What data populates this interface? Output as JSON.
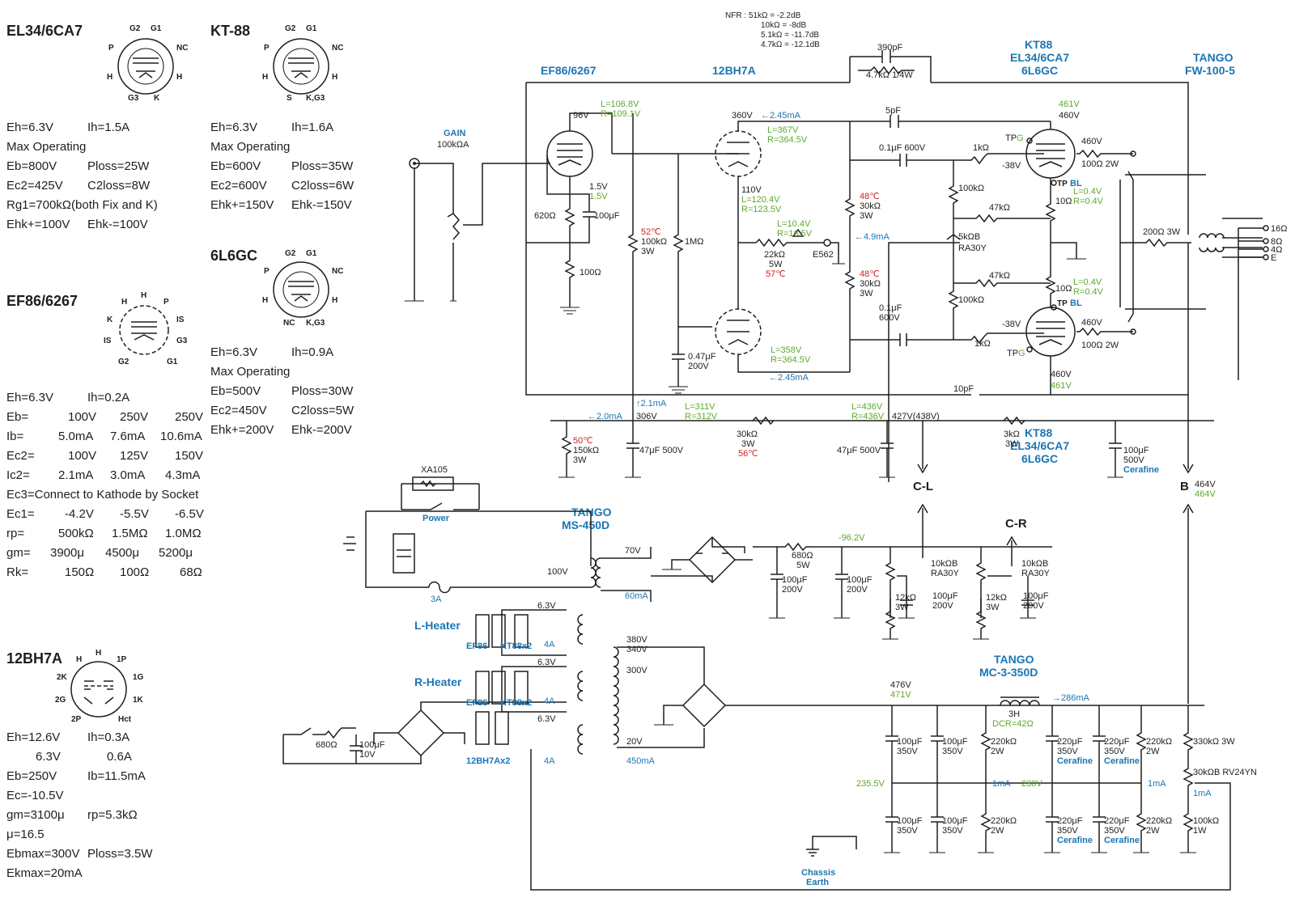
{
  "colors": {
    "line": "#1e1e1e",
    "blue": "#1b76b4",
    "green": "#5ea82e",
    "red": "#d21e1e"
  },
  "specs": {
    "el34": {
      "title": "EL34/6CA7",
      "lines": [
        [
          "Eh=6.3V",
          "Ih=1.5A"
        ],
        [
          "Max Operating",
          ""
        ],
        [
          "Eb=800V",
          "Ploss=25W"
        ],
        [
          "Ec2=425V",
          "C2loss=8W"
        ],
        [
          "Rg1=700kΩ(both Fix and K)",
          ""
        ],
        [
          "Ehk+=100V",
          "Ehk-=100V"
        ]
      ],
      "pins": [
        "G2",
        "G1",
        "P",
        "NC",
        "H",
        "H",
        "G3",
        "K"
      ]
    },
    "kt88": {
      "title": "KT-88",
      "lines": [
        [
          "Eh=6.3V",
          "Ih=1.6A"
        ],
        [
          "Max Operating",
          ""
        ],
        [
          "Eb=600V",
          "Ploss=35W"
        ],
        [
          "Ec2=600V",
          "C2loss=6W"
        ],
        [
          "Ehk+=150V",
          "Ehk-=150V"
        ]
      ],
      "pins": [
        "G2",
        "G1",
        "P",
        "NC",
        "H",
        "H",
        "S",
        "K,G3"
      ]
    },
    "l6gc": {
      "title": "6L6GC",
      "lines": [
        [
          "Eh=6.3V",
          "Ih=0.9A"
        ],
        [
          "Max Operating",
          ""
        ],
        [
          "Eb=500V",
          "Ploss=30W"
        ],
        [
          "Ec2=450V",
          "C2loss=5W"
        ],
        [
          "Ehk+=200V",
          "Ehk-=200V"
        ]
      ],
      "pins": [
        "G2",
        "G1",
        "P",
        "NC",
        "H",
        "H",
        "NC",
        "K,G3"
      ]
    },
    "ef86": {
      "title": "EF86/6267",
      "pins": [
        "H",
        "H",
        "P",
        "K",
        "IS",
        "IS",
        "G3",
        "G2",
        "G1"
      ],
      "rows": [
        [
          "Eh=6.3V",
          "Ih=0.2A",
          "",
          ""
        ],
        [
          "Eb=",
          "100V",
          "250V",
          "250V"
        ],
        [
          "Ib=",
          "5.0mA",
          "7.6mA",
          "10.6mA"
        ],
        [
          "Ec2=",
          "100V",
          "125V",
          "150V"
        ],
        [
          "Ic2=",
          "2.1mA",
          "3.0mA",
          "4.3mA"
        ],
        [
          "Ec3=Connect to Kathode by Socket",
          "",
          "",
          ""
        ],
        [
          "Ec1=",
          "-4.2V",
          "-5.5V",
          "-6.5V"
        ],
        [
          "rp=",
          "500kΩ",
          "1.5MΩ",
          "1.0MΩ"
        ],
        [
          "gm=",
          "3900μ",
          "4500μ",
          "5200μ"
        ],
        [
          "Rk=",
          "150Ω",
          "100Ω",
          "68Ω"
        ]
      ]
    },
    "bh7a": {
      "title": "12BH7A",
      "pins": [
        "H",
        "H",
        "1P",
        "2K",
        "1G",
        "2G",
        "1K",
        "2P",
        "Hct"
      ],
      "lines": [
        [
          "Eh=12.6V",
          "Ih=0.3A"
        ],
        [
          "6.3V",
          "0.6A"
        ],
        [
          "Eb=250V",
          "Ib=11.5mA"
        ],
        [
          "Ec=-10.5V",
          ""
        ],
        [
          "gm=3100μ",
          "rp=5.3kΩ"
        ],
        [
          "μ=16.5",
          ""
        ],
        [
          "Ebmax=300V",
          "Ploss=3.5W"
        ],
        [
          "Ekmax=20mA",
          ""
        ]
      ]
    }
  },
  "nfr": {
    "label": "NFR : 51kΩ = -2.2dB",
    "rows": [
      "10kΩ = -8dB",
      "5.1kΩ = -11.7dB",
      "4.7kΩ = -12.1dB"
    ]
  },
  "headings": {
    "ef86": "EF86/6267",
    "bh7a": "12BH7A",
    "kt88a": "KT88",
    "kt88b": "EL34/6CA7",
    "kt88c": "6L6GC",
    "tango_out_a": "TANGO",
    "tango_out_b": "FW-100-5",
    "kt88_lower_a": "KT88",
    "kt88_lower_b": "EL34/6CA7",
    "kt88_lower_c": "6L6GC",
    "tango_ps_a": "TANGO",
    "tango_ps_b": "MS-450D",
    "tango_ch_a": "TANGO",
    "tango_ch_b": "MC-3-350D"
  },
  "amp": {
    "gain": "GAIN",
    "gain_val": "100kΩA",
    "v96": "96V",
    "ef86_L": "L=106.8V",
    "ef86_R": "R=109.1V",
    "c390": "390pF",
    "r47k": "4.7kΩ 1/4W",
    "c5p": "5pF",
    "c10p": "10pF",
    "v360": "360V",
    "i245a": "←2.45mA",
    "bh_L1": "L=367V",
    "bh_R1": "R=364.5V",
    "v461a": "461V",
    "v460a": "460V",
    "v460b": "460V",
    "v460c": "460V",
    "v460d": "460V",
    "v461b": "461V",
    "c01a": "0.1μF 600V",
    "r1ka": "1kΩ",
    "tpg1_a": "TP",
    "tpg1_b": "G",
    "v38a": "-38V",
    "r100a": "100Ω 2W",
    "r100k_a": "100kΩ",
    "tpbl_a": "TP",
    "tpbl_b": "BL",
    "r10a": "10Ω",
    "lv04a": "L=0.4V",
    "rv04a": "R=0.4V",
    "r47ka": "47kΩ",
    "r5k": "5kΩB",
    "ra30": "RA30Y",
    "r47kb": "47kΩ",
    "r100kb": "100kΩ",
    "r10b": "10Ω",
    "lv04b": "L=0.4V",
    "rv04b": "R=0.4V",
    "tpbl2_a": "TP",
    "tpbl2_b": "BL",
    "c01b_a": "0.1μF",
    "c01b_b": "600V",
    "r1kb": "1kΩ",
    "v38b": "-38V",
    "r100b": "100Ω 2W",
    "tpg2_a": "TP",
    "tpg2_b": "G",
    "v15a": "1.5V",
    "v15b": "1.5V",
    "r620": "620Ω",
    "c100u": "100μF",
    "r100": "100Ω",
    "t52": "52℃",
    "r100k3": "100kΩ",
    "w3a": "3W",
    "r1m": "1MΩ",
    "v110": "110V",
    "bh_L2": "L=120.4V",
    "bh_R2": "R=123.5V",
    "bh_L3": "L=10.4V",
    "bh_R3": "R=16.5V",
    "r22k": "22kΩ",
    "w5": "5W",
    "t57": "57℃",
    "e562": "E562",
    "t48a": "48℃",
    "r30ka": "30kΩ",
    "w3b": "3W",
    "i49": "←4.9mA",
    "t48b": "48℃",
    "r30kb": "30kΩ",
    "w3c": "3W",
    "c047": "0.47μF",
    "v200a": "200V",
    "bh_L4": "L=358V",
    "bh_R4": "R=364.5V",
    "i245b": "←2.45mA",
    "r200": "200Ω 3W",
    "o16": "16Ω",
    "o8": "8Ω",
    "o4": "4Ω",
    "oE": "E",
    "i20": "←2.0mA",
    "i21": "↑2.1mA",
    "v306": "306V",
    "L311": "L=311V",
    "R312": "R=312V",
    "L436": "L=436V",
    "R436": "R=436V",
    "v427": "427V(438V)",
    "t50": "50℃",
    "r150k": "150kΩ",
    "w3d": "3W",
    "c47a": "47μF 500V",
    "r30kc": "30kΩ",
    "w3e": "3W",
    "t56": "56℃",
    "c47b": "47μF 500V",
    "r3k": "3kΩ",
    "w3f": "3W",
    "c100_500_a": "100μF",
    "c100_500_b": "500V",
    "cerafine": "Cerafine",
    "CL": "C-L",
    "CR": "C-R",
    "B": "B",
    "v464a": "464V",
    "v464b": "464V"
  },
  "ps": {
    "xa105": "XA105",
    "power": "Power",
    "fuse": "3A",
    "v100": "100V",
    "v70": "70V",
    "i60": "60mA",
    "r680": "680Ω",
    "w5": "5W",
    "v962": "-96.2V",
    "c100a": "100μF",
    "v200b": "200V",
    "c100b": "100μF",
    "v200c": "200V",
    "r10kb_a": "10kΩB",
    "ra30_a": "RA30Y",
    "r12k_a": "12kΩ",
    "w3g": "3W",
    "c100c": "100μF",
    "v200d": "200V",
    "r10kb_b": "10kΩB",
    "ra30_b": "RA30Y",
    "r12k_b": "12kΩ",
    "w3h": "3W",
    "c100d": "100μF",
    "v200e": "200V",
    "lheater": "L-Heater",
    "rheater": "R-Heater",
    "v63a": "6.3V",
    "v63b": "6.3V",
    "v63c": "6.3V",
    "a4a": "4A",
    "a4b": "4A",
    "a4c": "4A",
    "ef86a": "EF86",
    "kt88x2a": "KT88x2",
    "ef86b": "EF86",
    "kt88x2b": "KT88x2",
    "v380": "380V",
    "v340": "340V",
    "v300": "300V",
    "v20": "20V",
    "i450": "450mA",
    "r680b": "680Ω",
    "c100e": "100μF",
    "v10": "10V",
    "bh7ax2": "12BH7Ax2",
    "v476": "476V",
    "v471": "471V",
    "h3": "3H",
    "dcr": "DCR=42Ω",
    "i286": "→286mA",
    "c100f": "100μF",
    "v350a": "350V",
    "c100g": "100μF",
    "v350b": "350V",
    "r220a": "220kΩ",
    "w2a": "2W",
    "c220a": "220μF",
    "v350c": "350V",
    "cera1": "Cerafine",
    "c220b": "220μF",
    "v350d": "350V",
    "cera2": "Cerafine",
    "r220b": "220kΩ",
    "w2b": "2W",
    "r330": "330kΩ 3W",
    "v2355": "235.5V",
    "i1a": "1mA",
    "v230": "230V",
    "i1b": "1mA",
    "r30kb": "30kΩB RV24YN",
    "i1c": "1mA",
    "c100h": "100μF",
    "v350e": "350V",
    "c100i": "100μF",
    "v350f": "350V",
    "r220c": "220kΩ",
    "w2c": "2W",
    "c220c": "220μF",
    "v350g": "350V",
    "cera3": "Cerafine",
    "c220d": "220μF",
    "v350h": "350V",
    "cera4": "Cerafine",
    "r220d": "220kΩ",
    "w2d": "2W",
    "r100kc": "100kΩ",
    "w1": "1W",
    "chassis_a": "Chassis",
    "chassis_b": "Earth"
  }
}
